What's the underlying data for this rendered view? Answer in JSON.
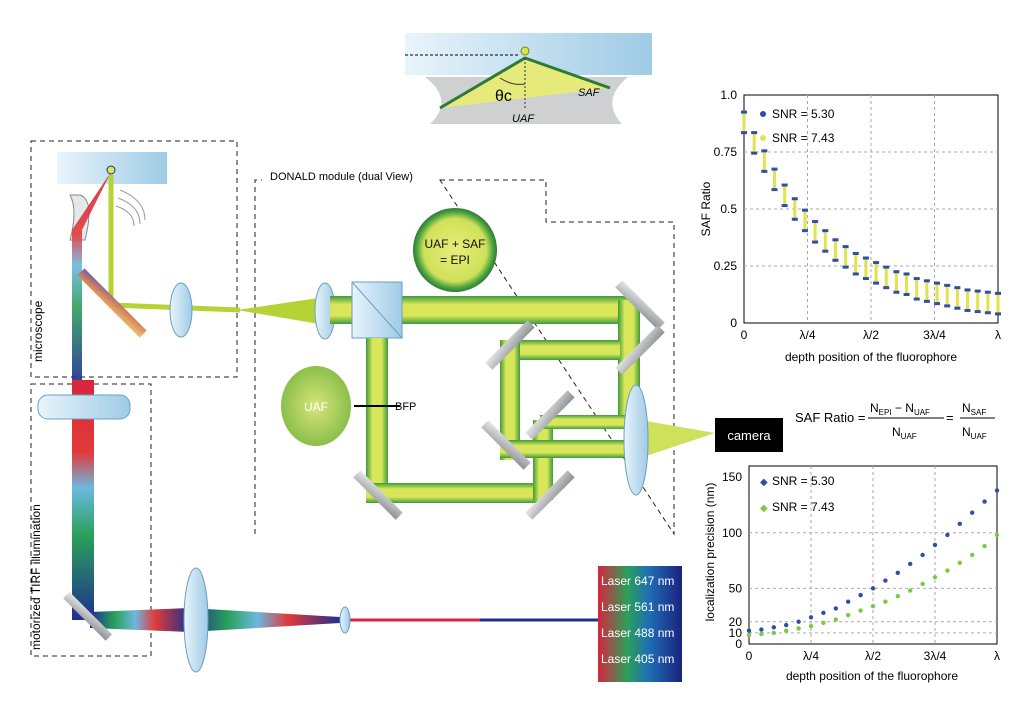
{
  "colors": {
    "beam_green": "#b5d334",
    "beam_yellow": "#d9e65a",
    "beam_dark": "#2f8a3a",
    "glass": "#cfe8f5",
    "mirror": "#a7a9ac",
    "blue_series": "#2e4fa3",
    "green_series": "#7ac943",
    "yellow_marker": "#e0e34a"
  },
  "labels": {
    "theta": "θc",
    "saf": "SAF",
    "uaf": "UAF",
    "donald": "DONALD module (dual View)",
    "microscope": "microscope",
    "tirf": "motorized TIRF illumination",
    "uaf_saf_epi_line1": "UAF + SAF",
    "uaf_saf_epi_line2": "= EPI",
    "uaf_circle": "UAF",
    "bfp": "BFP",
    "camera": "camera"
  },
  "lasers": [
    "Laser 647 nm",
    "Laser 561 nm",
    "Laser 488 nm",
    "Laser 405 nm"
  ],
  "formula": {
    "lhs": "SAF Ratio =",
    "n_epi": "N",
    "n_epi_sub": "EPI",
    "minus": " − ",
    "n_uaf": "N",
    "n_uaf_sub": "UAF",
    "den": "N",
    "den_sub": "UAF",
    "eq": "=",
    "n_saf": "N",
    "n_saf_sub": "SAF",
    "den2": "N",
    "den2_sub": "UAF"
  },
  "chart_data": [
    {
      "type": "scatter",
      "title": "",
      "xlabel": "depth position of the fluorophore",
      "ylabel": "SAF Ratio",
      "x_ticks": [
        "0",
        "λ/4",
        "λ/2",
        "3λ/4",
        "λ"
      ],
      "y_ticks": [
        "0",
        "0.25",
        "0.5",
        "0.75",
        "1.0"
      ],
      "xlim": [
        0,
        1
      ],
      "ylim": [
        0,
        1
      ],
      "grid": true,
      "legend": "top-left",
      "series": [
        {
          "name": "SNR = 5.30",
          "color": "#2e4fa3",
          "x": [
            0,
            0.04,
            0.08,
            0.12,
            0.16,
            0.2,
            0.24,
            0.28,
            0.32,
            0.36,
            0.4,
            0.44,
            0.48,
            0.52,
            0.56,
            0.6,
            0.64,
            0.68,
            0.72,
            0.76,
            0.8,
            0.84,
            0.88,
            0.92,
            0.96,
            1.0
          ],
          "values": [
            0.88,
            0.79,
            0.71,
            0.63,
            0.56,
            0.5,
            0.45,
            0.4,
            0.36,
            0.32,
            0.29,
            0.26,
            0.24,
            0.22,
            0.2,
            0.18,
            0.17,
            0.15,
            0.14,
            0.13,
            0.12,
            0.11,
            0.1,
            0.095,
            0.09,
            0.085
          ],
          "err": 0.045
        },
        {
          "name": "SNR = 7.43",
          "color": "#e0e34a"
        }
      ]
    },
    {
      "type": "scatter",
      "title": "",
      "xlabel": "depth position of the fluorophore",
      "ylabel": "localization precision (nm)",
      "x_ticks": [
        "0",
        "λ/4",
        "λ/2",
        "3λ/4",
        "λ"
      ],
      "y_ticks": [
        "0",
        "10",
        "20",
        "50",
        "100",
        "150"
      ],
      "xlim": [
        0,
        1
      ],
      "ylim": [
        0,
        160
      ],
      "grid": true,
      "legend": "top-left",
      "series": [
        {
          "name": "SNR = 5.30",
          "color": "#2e4fa3",
          "x": [
            0,
            0.05,
            0.1,
            0.15,
            0.2,
            0.25,
            0.3,
            0.35,
            0.4,
            0.45,
            0.5,
            0.55,
            0.6,
            0.65,
            0.7,
            0.75,
            0.8,
            0.85,
            0.9,
            0.95,
            1.0
          ],
          "values": [
            12,
            13,
            15,
            17,
            20,
            24,
            28,
            32,
            38,
            44,
            50,
            57,
            64,
            72,
            80,
            89,
            98,
            108,
            118,
            128,
            138
          ]
        },
        {
          "name": "SNR = 7.43",
          "color": "#7ac943",
          "x": [
            0,
            0.05,
            0.1,
            0.15,
            0.2,
            0.25,
            0.3,
            0.35,
            0.4,
            0.45,
            0.5,
            0.55,
            0.6,
            0.65,
            0.7,
            0.75,
            0.8,
            0.85,
            0.9,
            0.95,
            1.0
          ],
          "values": [
            8,
            9,
            10,
            12,
            14,
            16,
            19,
            22,
            26,
            30,
            34,
            38,
            43,
            48,
            54,
            60,
            66,
            73,
            80,
            88,
            98
          ]
        }
      ]
    }
  ]
}
